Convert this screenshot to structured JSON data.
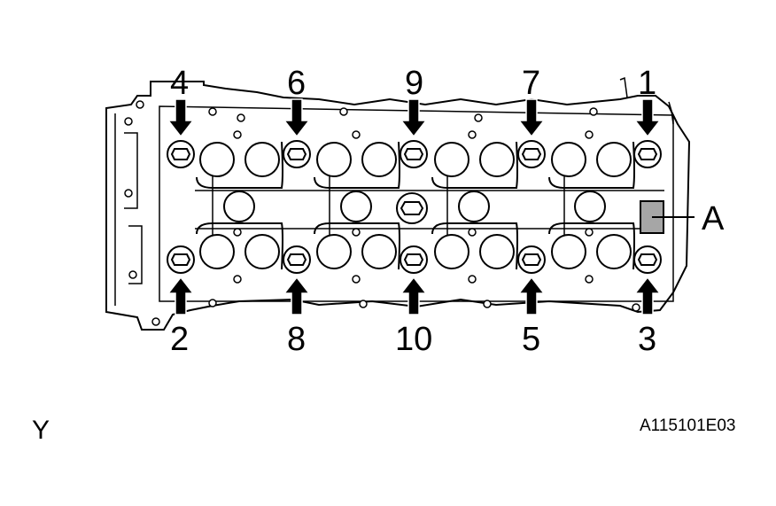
{
  "diagram": {
    "bolt_labels_top": [
      "4",
      "6",
      "9",
      "7",
      "1"
    ],
    "bolt_labels_bottom": [
      "2",
      "8",
      "10",
      "5",
      "3"
    ],
    "marker_label": "A",
    "view_label": "Y",
    "figure_code": "A115101E03"
  },
  "colors": {
    "line": "#000000",
    "marker_fill": "#a6a6a6",
    "background": "#ffffff"
  }
}
